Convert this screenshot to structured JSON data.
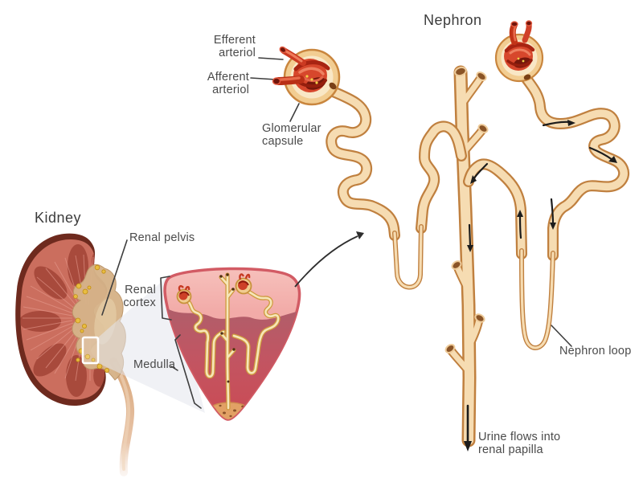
{
  "kidney_panel": {
    "title": "Kidney",
    "labels": {
      "renal_pelvis": "Renal pelvis",
      "renal_cortex": {
        "line1": "Renal",
        "line2": "cortex"
      },
      "medulla": "Medulla"
    }
  },
  "nephron_panel": {
    "title": "Nephron",
    "labels": {
      "efferent": {
        "line1": "Efferent",
        "line2": "arteriol"
      },
      "afferent": {
        "line1": "Afferent",
        "line2": "arteriol"
      },
      "glomerular": {
        "line1": "Glomerular",
        "line2": "capsule"
      },
      "nephron_loop": "Nephron loop",
      "urine_flow": {
        "line1": "Urine flows into",
        "line2": "renal papilla"
      }
    }
  },
  "colors": {
    "tubule_outline": "#c0803f",
    "tubule_fill": "#f6dcb2",
    "glomerulus_red": "#d7472c",
    "capsule_tan": "#f2cd92",
    "kidney_outer": "#6e2a1e",
    "kidney_cortex": "#cb6e5e",
    "pyramid": "#a84a3c",
    "renal_pelvis_tan": "#d6b389",
    "fat_yellow": "#e8bd41",
    "triangle_cortex_pink": "#f2aba8",
    "triangle_medulla_red": "#c94e55",
    "label_text": "#4a4a4a"
  }
}
